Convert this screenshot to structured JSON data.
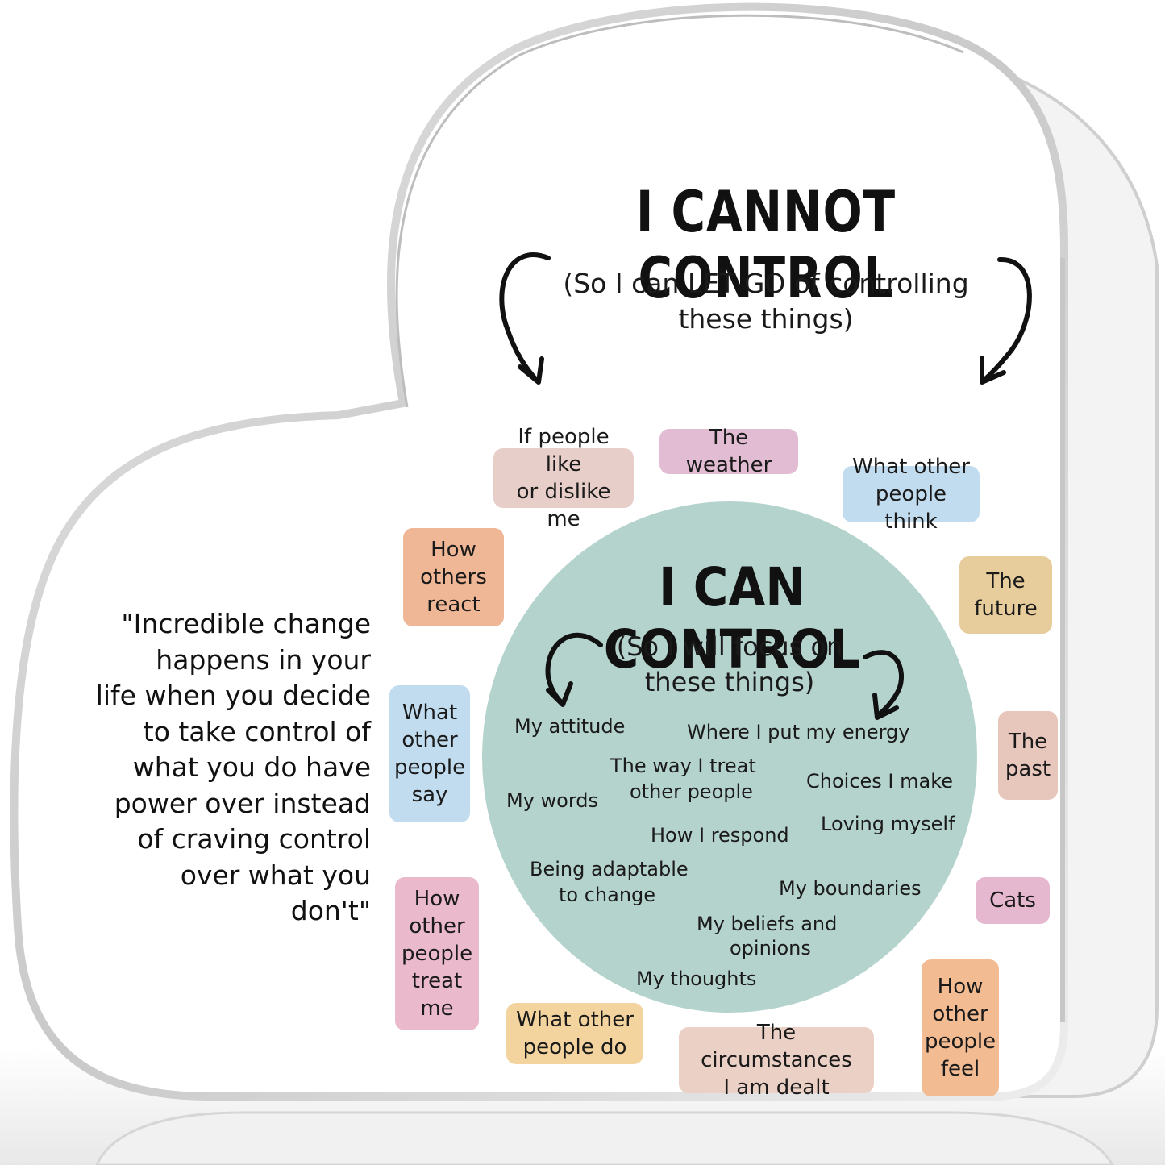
{
  "heading": {
    "title": "I CANNOT CONTROL",
    "subtitle_line1": "(So I can LET GO of controlling",
    "subtitle_line2": "these things)"
  },
  "quote": {
    "lines": [
      "\"Incredible change",
      "happens in your",
      "life when you decide",
      "to take control of",
      "what you do have",
      "power over instead",
      "of craving control",
      "over what you",
      "don't\""
    ]
  },
  "circle": {
    "title": "I CAN CONTROL",
    "subtitle_line1": "(So I will focus on",
    "subtitle_line2": "these things)",
    "color": "#b5d3cd",
    "items": [
      "My attitude",
      "Where I put my energy",
      "The way I treat",
      "other people",
      "Choices I make",
      "My words",
      "Loving myself",
      "How I respond",
      "Being adaptable",
      "to change",
      "My boundaries",
      "My beliefs and",
      "opinions",
      "My thoughts"
    ]
  },
  "tags": [
    {
      "l1": "The weather",
      "l2": "",
      "l3": "",
      "l4": "",
      "l5": "",
      "color": "#e2bcd3"
    },
    {
      "l1": "If people like",
      "l2": "or dislike me",
      "l3": "",
      "l4": "",
      "l5": "",
      "color": "#e7cec8"
    },
    {
      "l1": "What other",
      "l2": "people think",
      "l3": "",
      "l4": "",
      "l5": "",
      "color": "#c2dcef"
    },
    {
      "l1": "How",
      "l2": "others",
      "l3": "react",
      "l4": "",
      "l5": "",
      "color": "#f0b796"
    },
    {
      "l1": "The",
      "l2": "future",
      "l3": "",
      "l4": "",
      "l5": "",
      "color": "#e7cd9b"
    },
    {
      "l1": "What",
      "l2": "other",
      "l3": "people",
      "l4": "say",
      "l5": "",
      "color": "#c2dcef"
    },
    {
      "l1": "The",
      "l2": "past",
      "l3": "",
      "l4": "",
      "l5": "",
      "color": "#e7c6bc"
    },
    {
      "l1": "Cats",
      "l2": "",
      "l3": "",
      "l4": "",
      "l5": "",
      "color": "#e6b8d0"
    },
    {
      "l1": "How",
      "l2": "other",
      "l3": "people",
      "l4": "treat",
      "l5": "me",
      "color": "#eab9cb"
    },
    {
      "l1": "What other",
      "l2": "people do",
      "l3": "",
      "l4": "",
      "l5": "",
      "color": "#f4d49e"
    },
    {
      "l1": "The circumstances",
      "l2": "I am dealt",
      "l3": "",
      "l4": "",
      "l5": "",
      "color": "#ebd0c6"
    },
    {
      "l1": "How",
      "l2": "other",
      "l3": "people",
      "l4": "feel",
      "l5": "",
      "color": "#f2bb92"
    }
  ]
}
